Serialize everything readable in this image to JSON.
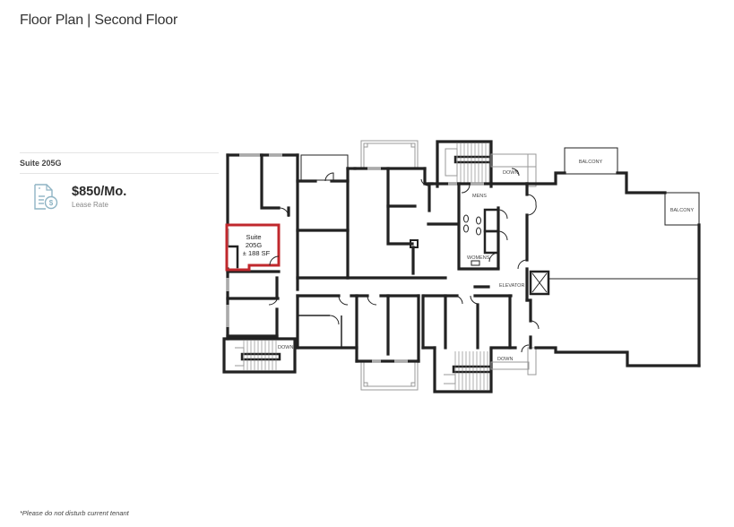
{
  "header": {
    "title": "Floor Plan | Second Floor"
  },
  "suite": {
    "name": "Suite 205G",
    "price": "$850/Mo.",
    "price_label": "Lease Rate",
    "icon": "document-dollar-icon",
    "icon_color": "#8fb4c4"
  },
  "floorplan": {
    "highlight_color": "#c0282d",
    "highlight": {
      "line1": "Suite",
      "line2": "205G",
      "line3": "± 188 SF"
    },
    "labels": {
      "down_top": "DOWN",
      "down_left": "DOWN",
      "down_bottom": "DOWN",
      "mens": "MENS",
      "womens": "WOMENS",
      "elevator": "ELEVATOR",
      "balcony_1": "BALCONY",
      "balcony_2": "BALCONY"
    }
  },
  "footer": {
    "note": "*Please do not disturb current tenant"
  }
}
